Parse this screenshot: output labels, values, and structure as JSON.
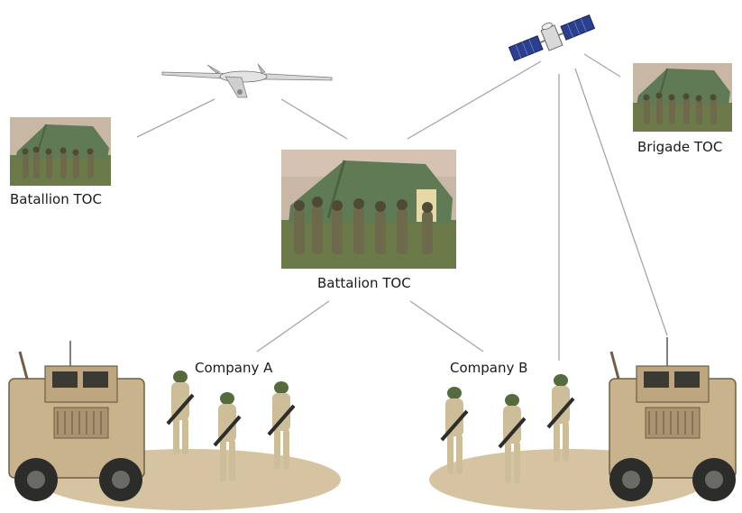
{
  "nodes": {
    "battalion_toc_left": "Batallion TOC",
    "battalion_toc_center": "Battalion TOC",
    "brigade_toc": "Brigade TOC",
    "company_a": "Company A",
    "company_b": "Company B"
  },
  "colors": {
    "link_line": "#a6a6a6",
    "ground_pad": "#d6c3a1",
    "tent_green": "#5f7a55",
    "sky": "#c9b7a6",
    "vehicle_tan": "#c9b38d",
    "soldier_camo": "#cdbd98",
    "satellite_panel": "#2b3f8f",
    "uav_body": "#d8d8d8"
  },
  "icons": [
    "uav-icon",
    "satellite-icon",
    "tent-photo",
    "armored-vehicle-icon",
    "soldier-icon"
  ]
}
